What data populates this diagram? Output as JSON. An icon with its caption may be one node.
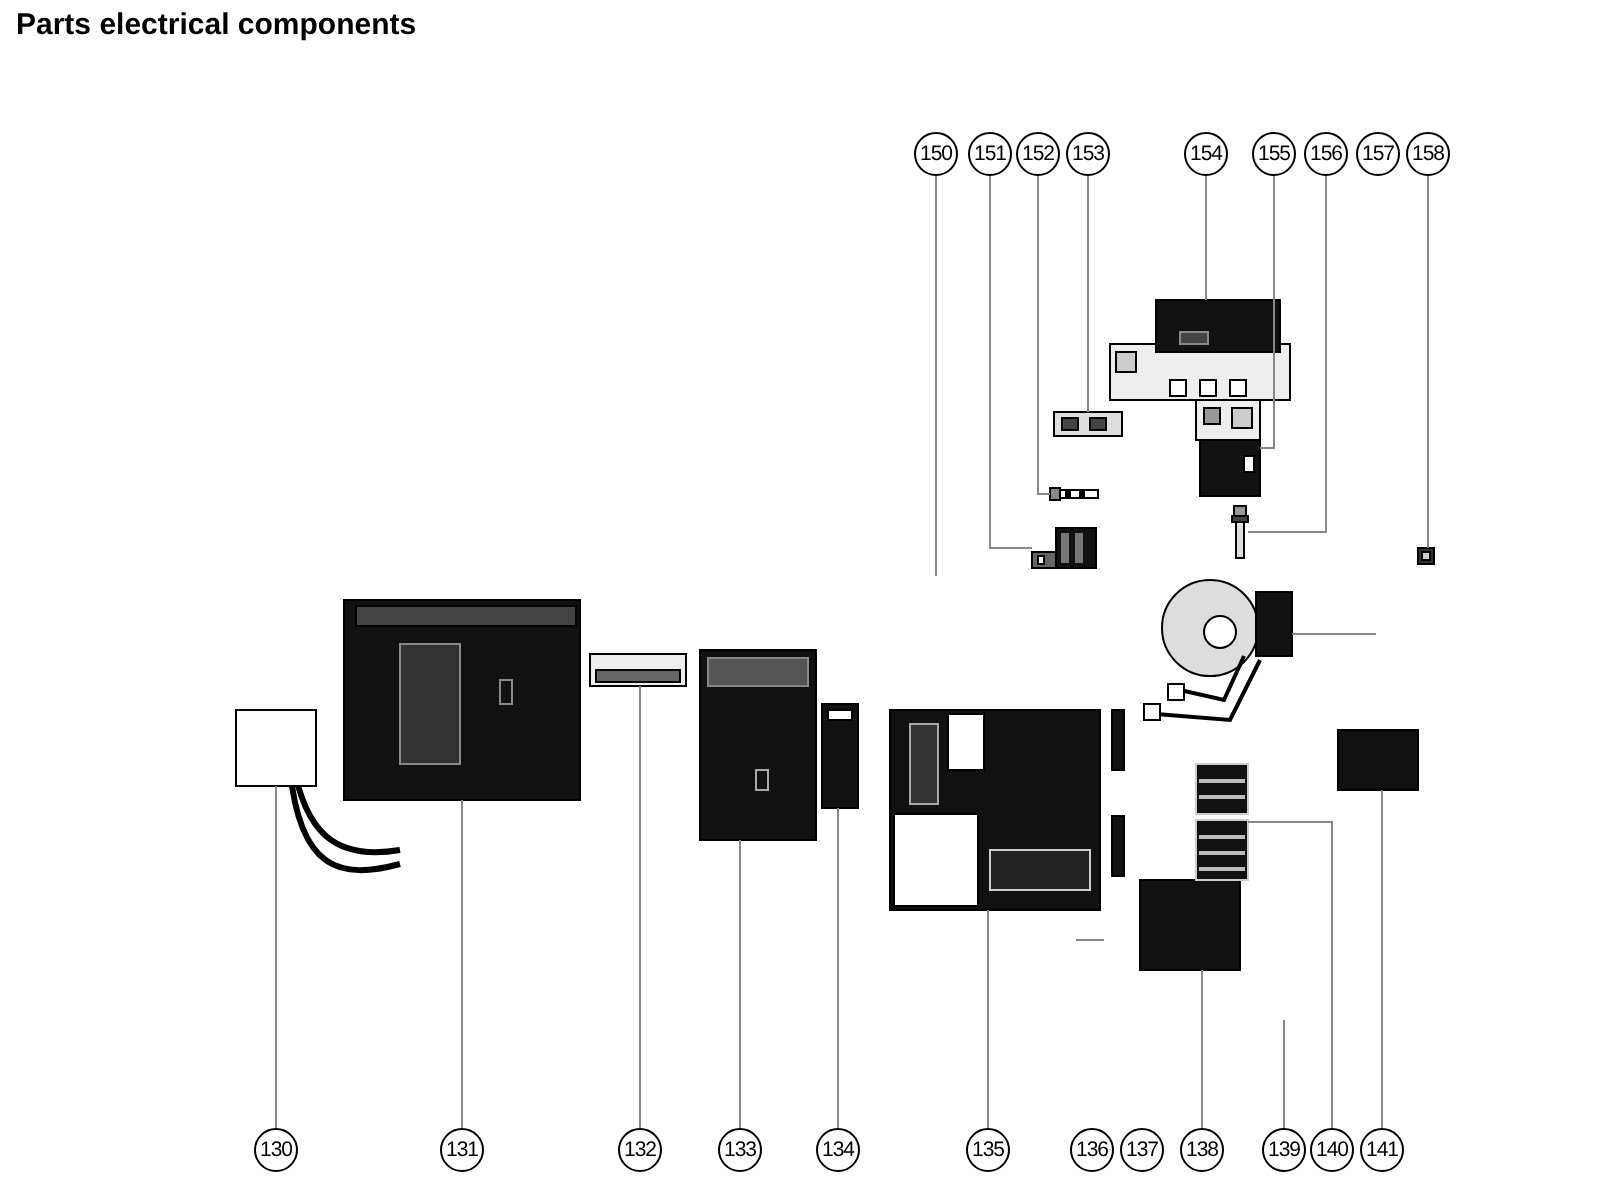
{
  "diagram": {
    "title": "Parts electrical components",
    "nodes": [
      {
        "text": [
          "150"
        ]
      },
      {
        "text": [
          "151"
        ]
      },
      {
        "text": [
          "152"
        ]
      },
      {
        "text": [
          "153"
        ]
      },
      {
        "text": [
          "154"
        ]
      },
      {
        "text": [
          "155"
        ]
      },
      {
        "text": [
          "156"
        ]
      },
      {
        "text": [
          "157"
        ]
      },
      {
        "text": [
          "158"
        ]
      },
      {
        "text": [
          "130"
        ]
      },
      {
        "text": [
          "131"
        ]
      },
      {
        "text": [
          "132"
        ]
      },
      {
        "text": [
          "133"
        ]
      },
      {
        "text": [
          "134"
        ]
      },
      {
        "text": [
          "135"
        ]
      },
      {
        "text": [
          "136"
        ]
      },
      {
        "text": [
          "137"
        ]
      },
      {
        "text": [
          "138"
        ]
      },
      {
        "text": [
          "139"
        ]
      },
      {
        "text": [
          "140"
        ]
      },
      {
        "text": [
          "141"
        ]
      },
      {
        "text": [],
        "shape": "picture"
      },
      {
        "text": [],
        "shape": "picture"
      },
      {
        "text": [],
        "shape": "picture"
      },
      {
        "text": [],
        "shape": "picture"
      },
      {
        "text": [],
        "shape": "picture"
      },
      {
        "text": [],
        "shape": "picture"
      },
      {
        "text": [],
        "shape": "picture"
      },
      {
        "text": [],
        "shape": "picture"
      },
      {
        "text": [],
        "shape": "picture"
      },
      {
        "text": [],
        "shape": "picture"
      },
      {
        "text": [],
        "shape": "picture"
      },
      {
        "text": [],
        "shape": "picture"
      },
      {
        "text": [],
        "shape": "picture"
      },
      {
        "text": [],
        "shape": "picture"
      },
      {
        "text": [],
        "shape": "picture"
      },
      {
        "text": [],
        "shape": "picture"
      }
    ],
    "edges": [
      {
        "from": 0,
        "to": null,
        "arrow": "none"
      },
      {
        "from": 1,
        "to": 27,
        "arrow": "none"
      },
      {
        "from": 2,
        "to": 28,
        "arrow": "none"
      },
      {
        "from": 3,
        "to": 29,
        "arrow": "none"
      },
      {
        "from": 4,
        "to": 30,
        "arrow": "none"
      },
      {
        "from": 5,
        "to": 33,
        "arrow": "none"
      },
      {
        "from": 6,
        "to": 34,
        "arrow": "none"
      },
      {
        "from": 8,
        "to": 36,
        "arrow": "none"
      },
      {
        "from": 9,
        "to": 21,
        "arrow": "none"
      },
      {
        "from": 10,
        "to": 22,
        "arrow": "none"
      },
      {
        "from": 11,
        "to": 23,
        "arrow": "none"
      },
      {
        "from": 12,
        "to": 24,
        "arrow": "none"
      },
      {
        "from": 13,
        "to": 25,
        "arrow": "none"
      },
      {
        "from": 14,
        "to": 26,
        "arrow": "none"
      },
      {
        "from": 17,
        "to": 31,
        "arrow": "none"
      },
      {
        "from": 18,
        "to": null,
        "arrow": "none"
      },
      {
        "from": 19,
        "to": 32,
        "arrow": "none"
      },
      {
        "from": 20,
        "to": 35,
        "arrow": "none"
      }
    ]
  }
}
